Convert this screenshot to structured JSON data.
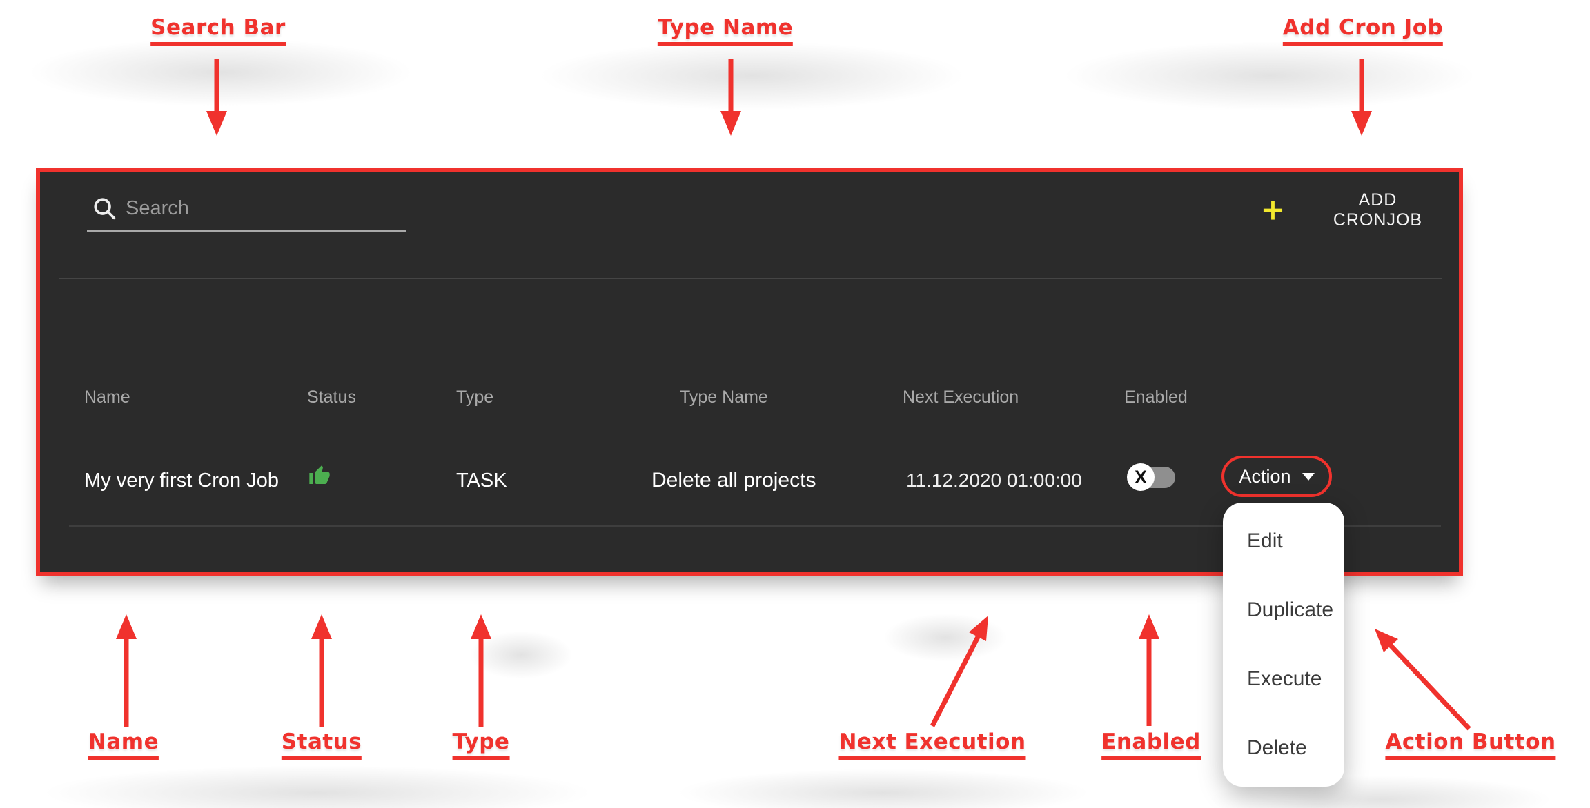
{
  "colors": {
    "annotation_red": "#f0322d",
    "panel_background": "#2b2b2b",
    "status_green": "#4caf50",
    "plus_yellow": "#f2e82e"
  },
  "annotations": {
    "top": [
      {
        "label": "Search Bar"
      },
      {
        "label": "Type Name"
      },
      {
        "label": "Add Cron Job"
      }
    ],
    "bottom": [
      {
        "label": "Name"
      },
      {
        "label": "Status"
      },
      {
        "label": "Type"
      },
      {
        "label": "Next Execution"
      },
      {
        "label": "Enabled"
      },
      {
        "label": "Action Button"
      }
    ]
  },
  "panel": {
    "search": {
      "placeholder": "Search",
      "value": "",
      "icon": "magnifier-icon"
    },
    "add_button": {
      "label": "ADD CRONJOB",
      "icon": "plus-icon"
    },
    "table": {
      "columns": [
        "Name",
        "Status",
        "Type",
        "Type Name",
        "Next Execution",
        "Enabled"
      ],
      "rows": [
        {
          "name": "My very first Cron Job",
          "status_icon": "thumb-up-icon",
          "type": "TASK",
          "type_name": "Delete all projects",
          "next_execution": "11.12.2020 01:00:00",
          "enabled": false,
          "toggle_glyph": "X",
          "action_label": "Action"
        }
      ]
    }
  },
  "dropdown": {
    "items": [
      "Edit",
      "Duplicate",
      "Execute",
      "Delete"
    ]
  }
}
